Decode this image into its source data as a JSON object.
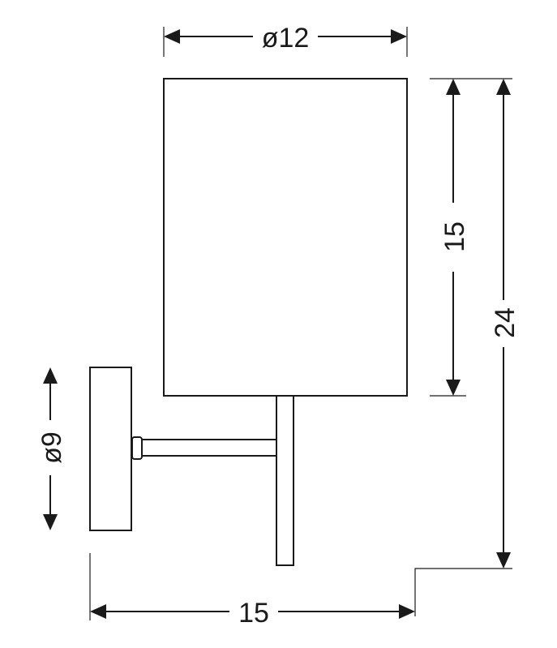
{
  "dimensions": {
    "shade_diameter": "ø12",
    "shade_height": "15",
    "total_height": "24",
    "base_diameter": "ø9",
    "total_depth": "15"
  },
  "colors": {
    "line": "#1a1a1a",
    "background": "#ffffff"
  }
}
